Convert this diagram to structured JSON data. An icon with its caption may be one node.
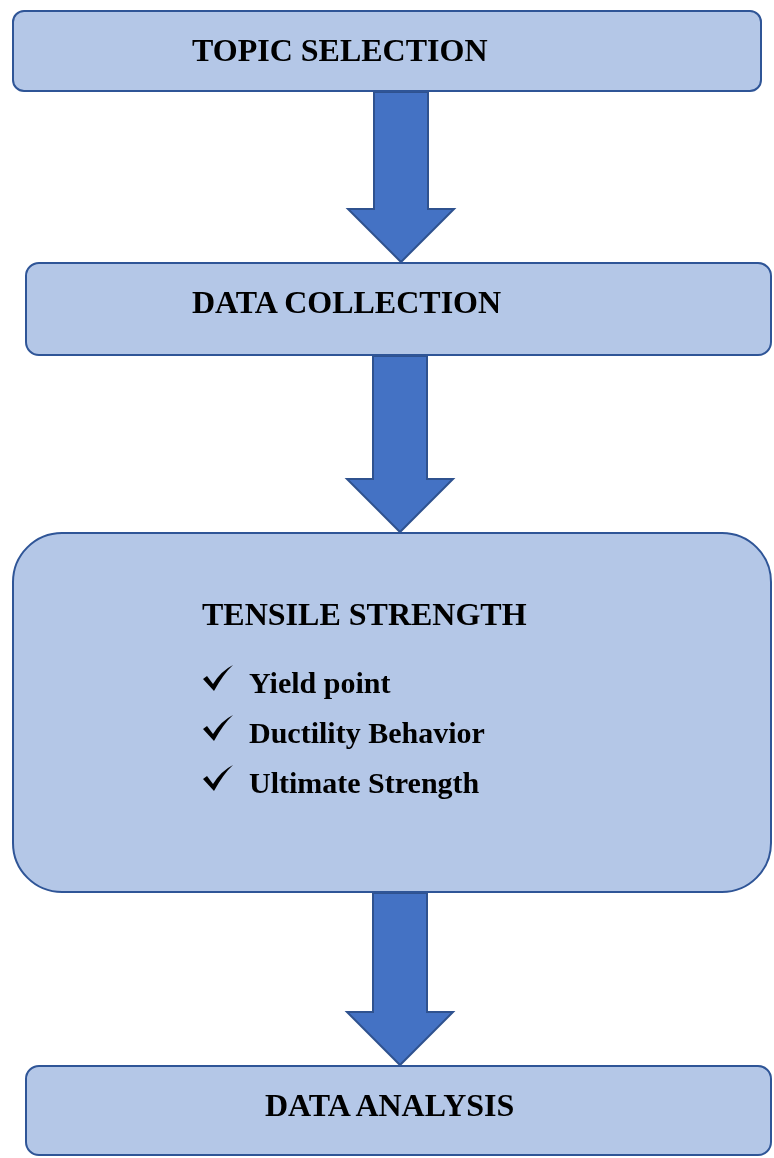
{
  "diagram": {
    "nodes": [
      {
        "text": [
          "TOPIC SELECTION"
        ]
      },
      {
        "text": [
          "DATA COLLECTION"
        ]
      },
      {
        "text": [
          "TENSILE STRENGTH",
          "Yield point",
          "Ductility Behavior",
          "Ultimate Strength"
        ]
      },
      {
        "text": [
          "DATA ANALYSIS"
        ]
      }
    ],
    "edges": [
      {
        "from": 0,
        "to": 1,
        "arrow": "to"
      },
      {
        "from": 1,
        "to": 2,
        "arrow": "to"
      },
      {
        "from": 2,
        "to": 3,
        "arrow": "to"
      }
    ]
  }
}
